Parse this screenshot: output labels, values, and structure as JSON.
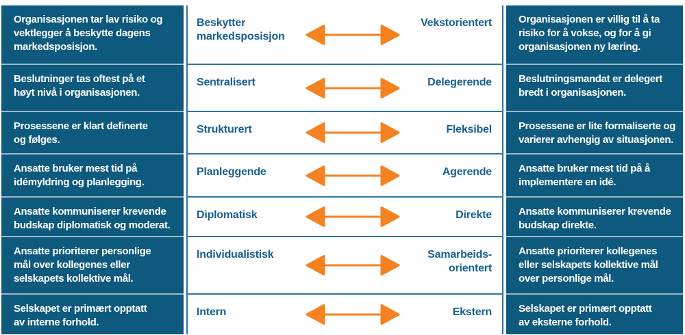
{
  "colors": {
    "box_bg": "#0E5A7E",
    "box_text": "#FFFFFF",
    "label_text": "#175F92",
    "arrow": "#F58220",
    "mid_border": "#2E74A4",
    "box_divider": "#9FB7C7",
    "page_bg": "#FFFFFF"
  },
  "rows": [
    {
      "left": "Organisasjonen tar lav risiko og\nvektlegger å beskytte dagens\nmarkedsposisjon.",
      "left_label": "Beskytter markedsposisjon",
      "right_label": "Vekstorientert",
      "right": "Organisasjonen er villig til å ta\nrisiko for å vokse, og for å gi\norganisasjonen ny læring."
    },
    {
      "left": "Beslutninger tas oftest på et\nhøyt nivå i organisasjonen.",
      "left_label": "Sentralisert",
      "right_label": "Delegerende",
      "right": "Beslutningsmandat er delegert\nbredt i organisasjonen."
    },
    {
      "left": "Prosessene er klart definerte\nog følges.",
      "left_label": "Strukturert",
      "right_label": "Fleksibel",
      "right": "Prosessene er lite formaliserte og\nvarierer avhengig av situasjonen."
    },
    {
      "left": "Ansatte bruker mest tid på\nidémyldring og planlegging.",
      "left_label": "Planleggende",
      "right_label": "Agerende",
      "right": "Ansatte bruker mest tid på å\nimplementere en idé."
    },
    {
      "left": "Ansatte kommuniserer krevende\nbudskap diplomatisk og moderat.",
      "left_label": "Diplomatisk",
      "right_label": "Direkte",
      "right": "Ansatte kommuniserer krevende\nbudskap direkte."
    },
    {
      "left": "Ansatte prioriterer personlige\nmål over kollegenes eller\nselskapets kollektive mål.",
      "left_label": "Individualistisk",
      "right_label": "Samarbeids-orientert",
      "right": "Ansatte prioriterer kollegenes\neller selskapets kollektive mål\nover personlige mål."
    },
    {
      "left": "Selskapet er primært opptatt\nav interne forhold.",
      "left_label": "Intern",
      "right_label": "Ekstern",
      "right": "Selskapet er primært opptatt\nav eksterne forhold."
    }
  ]
}
